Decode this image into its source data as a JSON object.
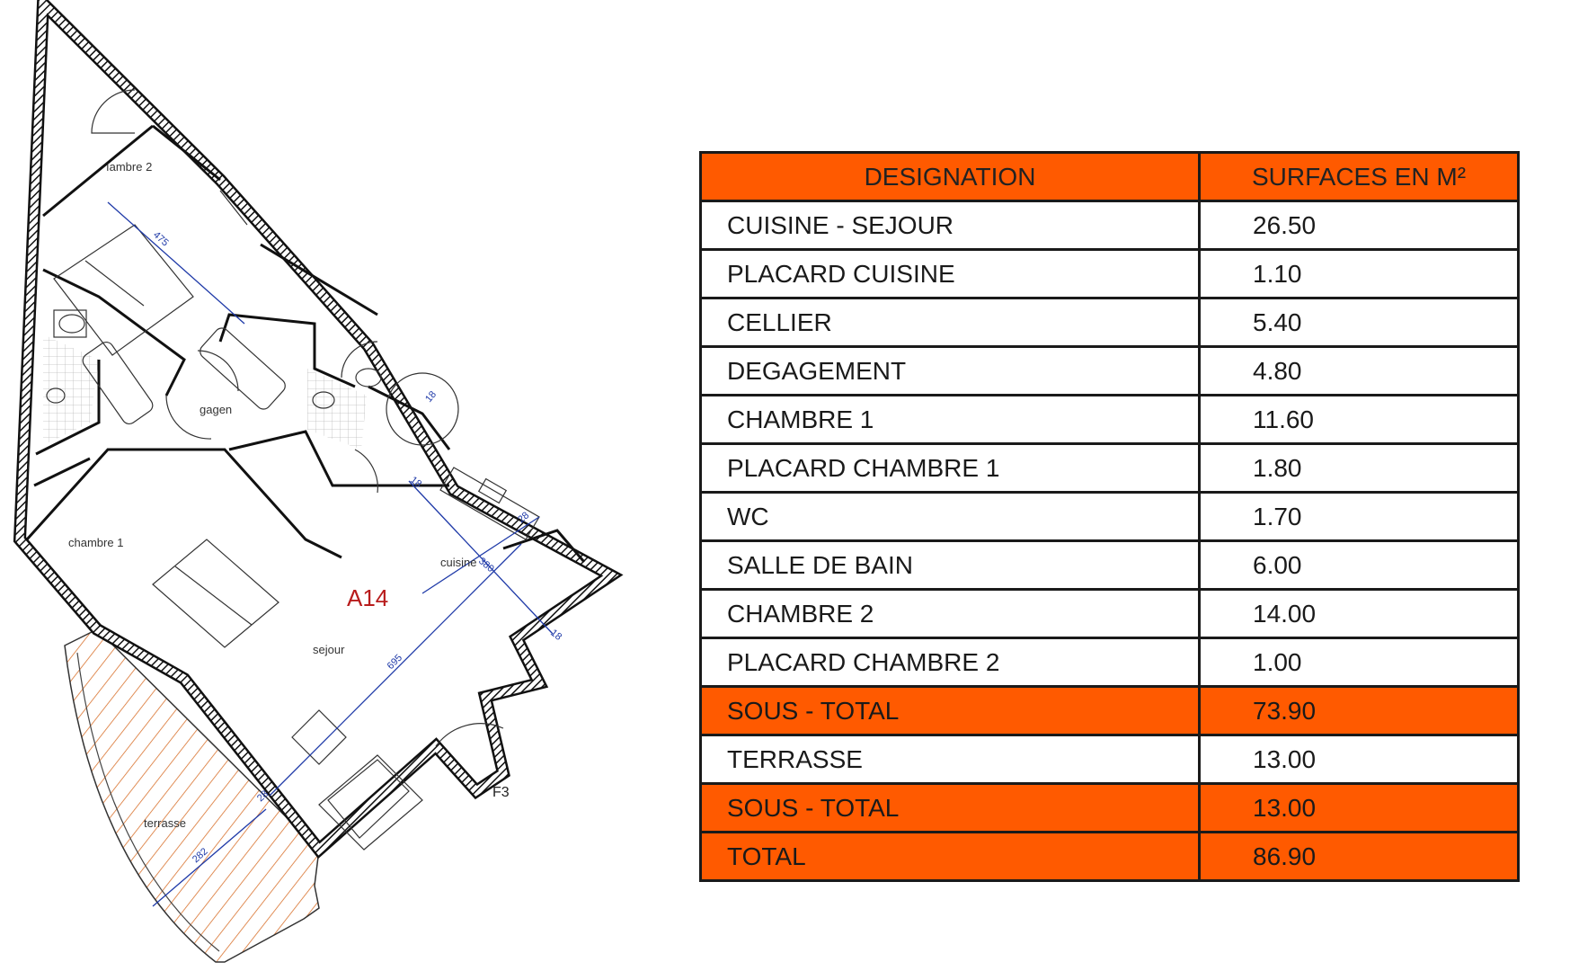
{
  "plan": {
    "unit_code": "A14",
    "apartment_type": "F3",
    "rooms": {
      "chambre2": "ıambre 2",
      "degagement": "gagen",
      "chambre1": "chambre 1",
      "cuisine": "cuisine",
      "sejour": "sejour",
      "terrasse": "terrasse"
    },
    "dimensions": [
      "475",
      "380",
      "695",
      "282",
      "18",
      "18",
      "28",
      "28",
      "18"
    ]
  },
  "table": {
    "headers": {
      "designation": "DESIGNATION",
      "surface": "SURFACES EN M²"
    },
    "rows": [
      {
        "designation": "CUISINE - SEJOUR",
        "surface": "26.50",
        "highlight": false
      },
      {
        "designation": "PLACARD CUISINE",
        "surface": "1.10",
        "highlight": false
      },
      {
        "designation": "CELLIER",
        "surface": "5.40",
        "highlight": false
      },
      {
        "designation": "DEGAGEMENT",
        "surface": "4.80",
        "highlight": false
      },
      {
        "designation": "CHAMBRE 1",
        "surface": "11.60",
        "highlight": false
      },
      {
        "designation": "PLACARD CHAMBRE 1",
        "surface": "1.80",
        "highlight": false
      },
      {
        "designation": "WC",
        "surface": "1.70",
        "highlight": false
      },
      {
        "designation": "SALLE DE BAIN",
        "surface": "6.00",
        "highlight": false
      },
      {
        "designation": "CHAMBRE 2",
        "surface": "14.00",
        "highlight": false
      },
      {
        "designation": "PLACARD CHAMBRE 2",
        "surface": "1.00",
        "highlight": false
      },
      {
        "designation": "SOUS - TOTAL",
        "surface": "73.90",
        "highlight": true
      },
      {
        "designation": "TERRASSE",
        "surface": "13.00",
        "highlight": false
      },
      {
        "designation": "SOUS - TOTAL",
        "surface": "13.00",
        "highlight": true
      },
      {
        "designation": "TOTAL",
        "surface": "86.90",
        "highlight": true
      }
    ]
  },
  "colors": {
    "accent": "#ff5a00",
    "wall": "#1a1a1a",
    "dimension": "#1f3aa8",
    "unit_code": "#b81c1c",
    "terrace_stripe": "#d9722e"
  }
}
